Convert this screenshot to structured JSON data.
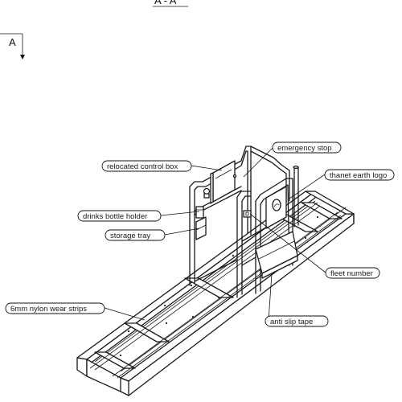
{
  "section_title": "A - A",
  "section_marker": "A",
  "callouts": {
    "emergency_stop": "emergency stop",
    "relocated_control_box": "relocated control box",
    "thanet_earth_logo": "thanet earth logo",
    "drinks_bottle_holder": "drinks bottle holder",
    "storage_tray": "storage tray",
    "fleet_number": "fleet number",
    "nylon_wear_strips": "6mm nylon wear strips",
    "anti_slip_tape": "anti slip tape"
  }
}
